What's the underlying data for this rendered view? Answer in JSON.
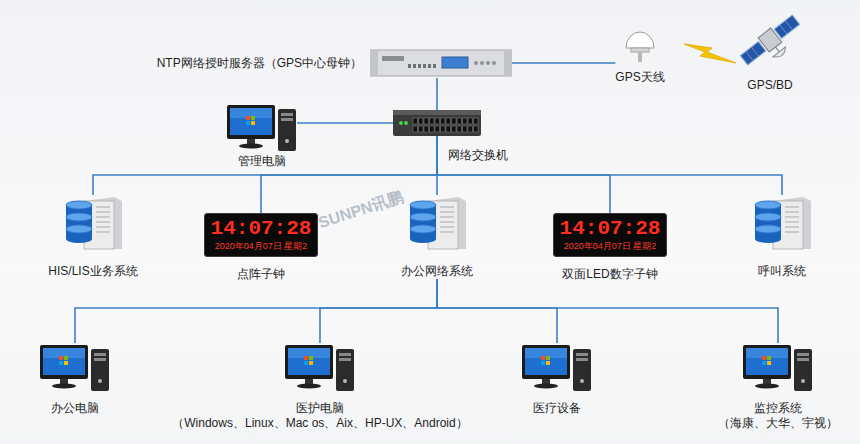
{
  "diagram": {
    "nodes": [
      {
        "text": [
          "NTP网络授时服务器（GPS中心母钟）"
        ]
      },
      {
        "text": [
          "GPS天线"
        ]
      },
      {
        "text": [
          "GPS/BD"
        ]
      },
      {
        "text": [
          "管理电脑"
        ]
      },
      {
        "text": [
          "网络交换机"
        ]
      },
      {
        "text": [
          "HIS/LIS业务系统"
        ]
      },
      {
        "text": [
          "14:07:28",
          "2020年04月07日 星期2",
          "点阵子钟"
        ]
      },
      {
        "text": [
          "办公网络系统"
        ]
      },
      {
        "text": [
          "14:07:28",
          "2020年04月07日 星期2",
          "双面LED数字子钟"
        ]
      },
      {
        "text": [
          "呼叫系统"
        ]
      },
      {
        "text": [
          "办公电脑"
        ]
      },
      {
        "text": [
          "医护电脑",
          "（Windows、Linux、Mac os、Aix、HP-UX、Android）"
        ]
      },
      {
        "text": [
          "医疗设备"
        ]
      },
      {
        "text": [
          "监控系统",
          "（海康、大华、宇视）"
        ]
      }
    ],
    "edges": [
      {
        "from": 0,
        "to": 1,
        "arrow": "none"
      },
      {
        "from": 0,
        "to": 4,
        "arrow": "none"
      },
      {
        "from": 4,
        "to": 3,
        "arrow": "none"
      },
      {
        "from": 4,
        "to": 5,
        "arrow": "none"
      },
      {
        "from": 4,
        "to": 6,
        "arrow": "none"
      },
      {
        "from": 4,
        "to": 7,
        "arrow": "none"
      },
      {
        "from": 4,
        "to": 8,
        "arrow": "none"
      },
      {
        "from": 4,
        "to": 9,
        "arrow": "none"
      },
      {
        "from": 7,
        "to": 10,
        "arrow": "none"
      },
      {
        "from": 7,
        "to": 11,
        "arrow": "none"
      },
      {
        "from": 7,
        "to": 12,
        "arrow": "none"
      },
      {
        "from": 7,
        "to": 13,
        "arrow": "none"
      }
    ],
    "labels": [
      "SUNPN讯鹏"
    ]
  }
}
